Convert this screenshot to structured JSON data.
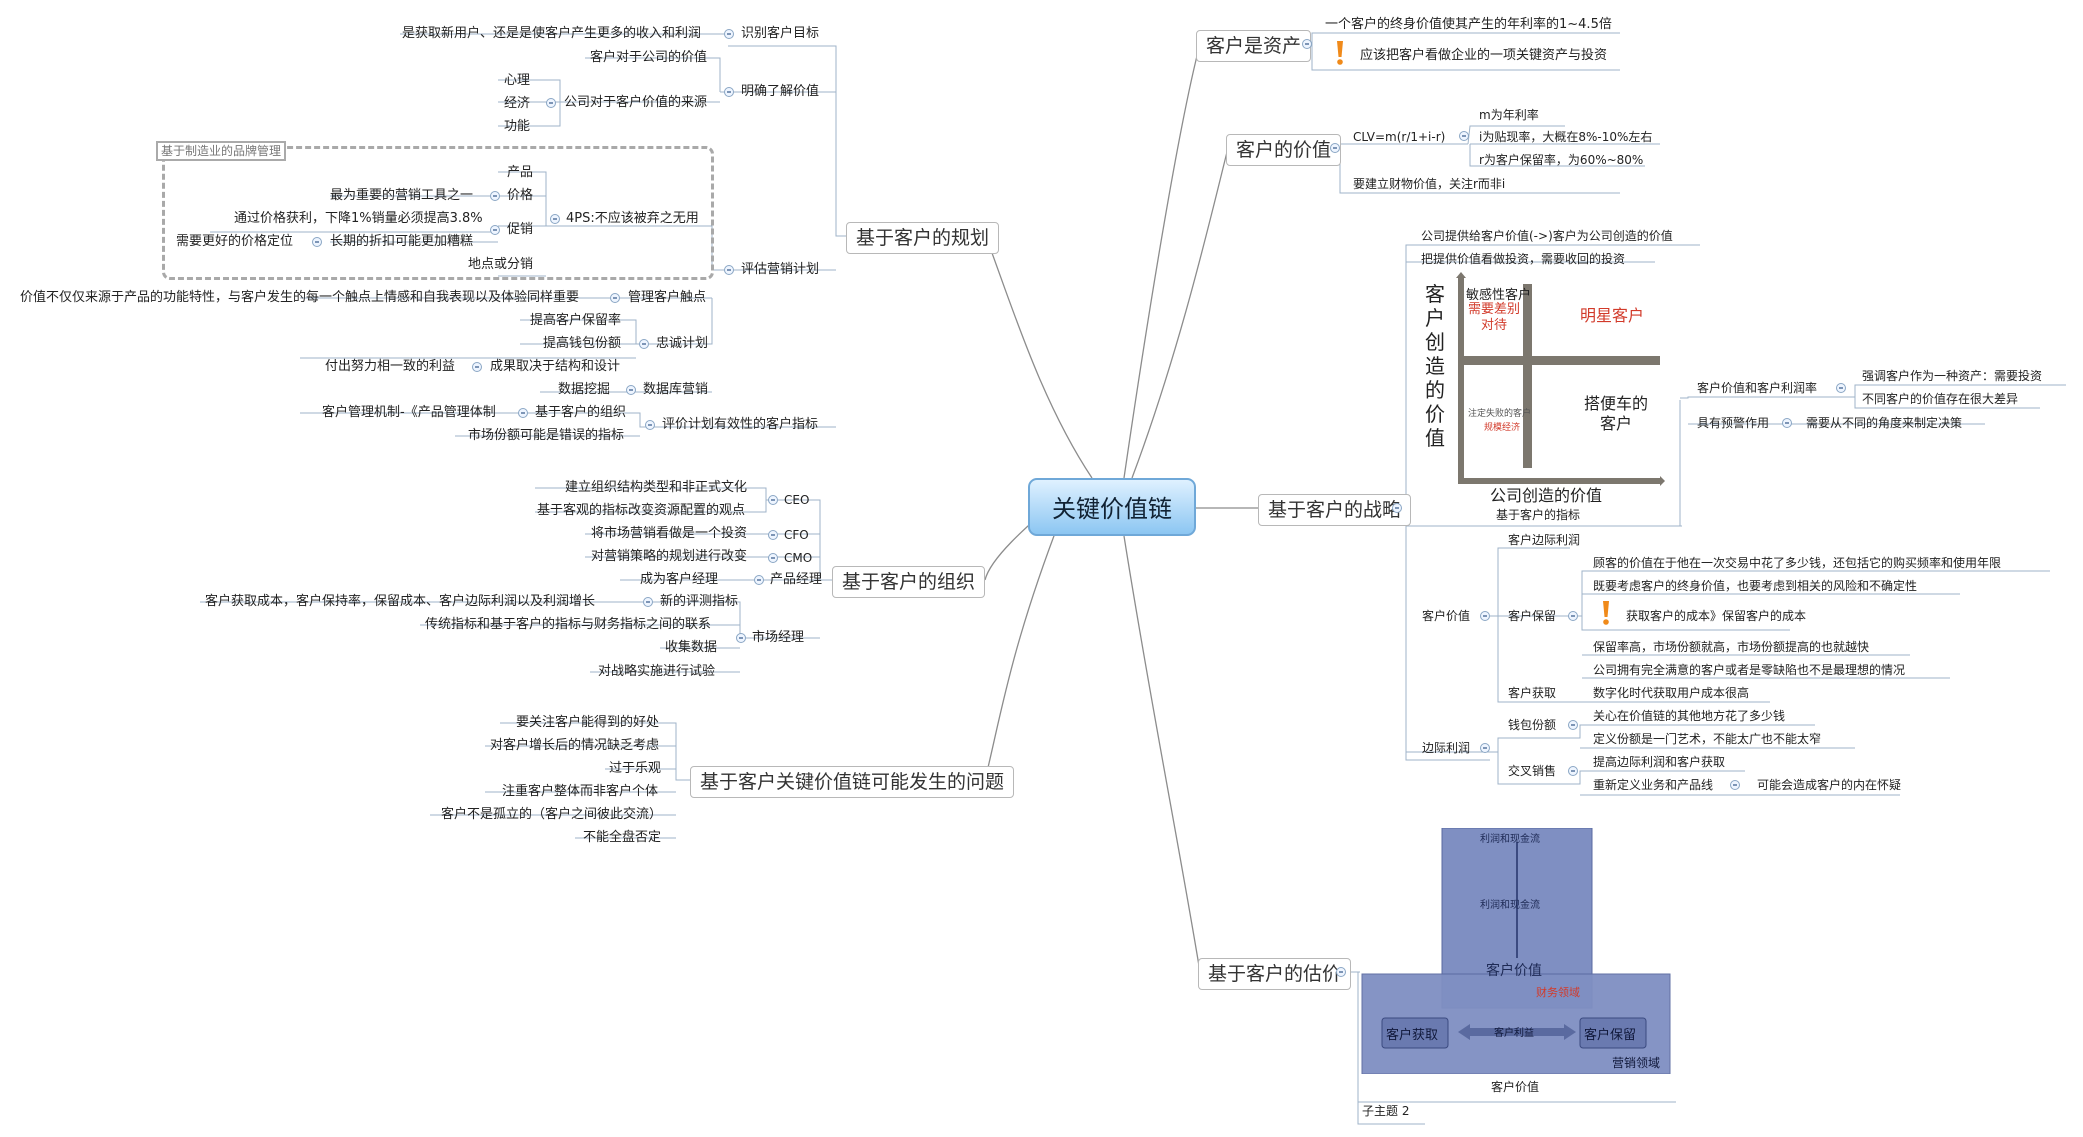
{
  "central": "关键价值链",
  "left": {
    "planning": {
      "label": "基于客户的规划",
      "identify_goal": {
        "label": "识别客户目标",
        "detail": "是获取新用户、还是是使客户产生更多的收入和利润"
      },
      "understand_value": {
        "label": "明确了解价值",
        "company_value": "客户对于公司的价值",
        "value_source": {
          "label": "公司对于客户价值的来源",
          "items": [
            "心理",
            "经济",
            "功能"
          ]
        }
      },
      "evaluate_marketing": {
        "label": "评估营销计划",
        "boundary_title": "基于制造业的品牌管理",
        "fourps": {
          "label": "4PS:不应该被弃之无用",
          "product": "产品",
          "price": {
            "label": "价格",
            "note": "最为重要的营销工具之一"
          },
          "promotion": {
            "label": "促销",
            "notes": [
              "通过价格获利，下降1%销量必须提高3.8%",
              "需要更好的价格定位",
              "长期的折扣可能更加糟糕"
            ]
          },
          "place": "地点或分销"
        },
        "touchpoint": {
          "label": "管理客户触点",
          "detail": "价值不仅仅来源于产品的功能特性，与客户发生的每一个触点上情感和自我表现以及体验同样重要"
        },
        "loyalty": {
          "label": "忠诚计划",
          "items": [
            "提高客户保留率",
            "提高钱包份额"
          ],
          "result": {
            "label": "成果取决于结构和设计",
            "note": "付出努力相一致的利益"
          }
        },
        "database": {
          "label": "数据库营销",
          "note": "数据挖掘"
        }
      },
      "metrics": {
        "label": "评价计划有效性的客户指标",
        "org": {
          "label": "基于客户的组织",
          "note": "客户管理机制-《产品管理体制"
        },
        "share": "市场份额可能是错误的指标"
      }
    },
    "organization": {
      "label": "基于客户的组织",
      "ceo": {
        "label": "CEO",
        "items": [
          "建立组织结构类型和非正式文化",
          "基于客观的指标改变资源配置的观点"
        ]
      },
      "cfo": {
        "label": "CFO",
        "item": "将市场营销看做是一个投资"
      },
      "cmo": {
        "label": "CMO",
        "item": "对营销策略的规划进行改变"
      },
      "pm": {
        "label": "产品经理",
        "item": "成为客户经理"
      },
      "mm": {
        "label": "市场经理",
        "new_metrics": {
          "label": "新的评测指标",
          "note": "客户获取成本，客户保持率，保留成本、客户边际利润以及利润增长"
        },
        "items": [
          "传统指标和基于客户的指标与财务指标之间的联系",
          "收集数据",
          "对战略实施进行试验"
        ]
      }
    },
    "problems": {
      "label": "基于客户关键价值链可能发生的问题",
      "items": [
        "要关注客户能得到的好处",
        "对客户增长后的情况缺乏考虑",
        "过于乐观",
        "注重客户整体而非客户个体",
        "客户不是孤立的（客户之间彼此交流）",
        "不能全盘否定"
      ]
    }
  },
  "right": {
    "asset": {
      "label": "客户是资产",
      "items": [
        "一个客户的终身价值使其产生的年利率的1~4.5倍",
        "应该把客户看做企业的一项关键资产与投资"
      ]
    },
    "value": {
      "label": "客户的价值",
      "clv": {
        "label": "CLV=m(r/1+i-r)",
        "items": [
          "m为年利率",
          "i为贴现率，大概在8%-10%左右",
          "r为客户保留率，为60%~80%"
        ]
      },
      "roi": "要建立财物价值，关注r而非i"
    },
    "strategy": {
      "label": "基于客户的战略",
      "top": [
        "公司提供给客户价值(->)客户为公司创造的价值",
        "把提供价值看做投资，需要收回的投资"
      ],
      "matrix": {
        "y_label": "客户创造的价值",
        "x_label": "公司创造的价值",
        "q_top_left": "敏感性客户",
        "q_top_left_red": "需要差别对待",
        "q_top_right": "明星客户",
        "q_bottom_left": "注定失败的客户",
        "q_bottom_left_red": "规模经济",
        "q_bottom_right": "搭便车的客户"
      },
      "metric_label": "基于客户的指标",
      "profit_rate": {
        "label": "客户价值和客户利润率",
        "items": [
          "强调客户作为一种资产：需要投资",
          "不同客户的价值存在很大差异"
        ]
      },
      "warning": {
        "label": "具有预警作用",
        "note": "需要从不同的角度来制定决策"
      },
      "cust_value": {
        "label": "客户价值",
        "margin": "客户边际利润",
        "retention": {
          "label": "客户保留",
          "items": [
            "顾客的价值在于他在一次交易中花了多少钱，还包括它的购买频率和使用年限",
            "既要考虑客户的终身价值，也要考虑到相关的风险和不确定性",
            "获取客户的成本》保留客户的成本",
            "保留率高，市场份额就高，市场份额提高的也就越快",
            "公司拥有完全满意的客户或者是零缺陷也不是最理想的情况"
          ]
        },
        "acquisition": {
          "label": "客户获取",
          "item": "数字化时代获取用户成本很高"
        }
      },
      "edge": {
        "label": "边际利润",
        "wallet": {
          "label": "钱包份额",
          "items": [
            "关心在价值链的其他地方花了多少钱",
            "定义份额是一门艺术，不能太广也不能太窄"
          ]
        },
        "cross": {
          "label": "交叉销售",
          "items": [
            "提高边际利润和客户获取",
            "重新定义业务和产品线"
          ],
          "note": "可能会造成客户的内在怀疑"
        }
      }
    },
    "valuation": {
      "label": "基于客户的估价",
      "diagram": {
        "top1": "利润和现金流",
        "top2": "利润和现金流",
        "center": "客户价值",
        "finance": "财务领域",
        "left": "客户获取",
        "mid": "客户利益",
        "right": "客户保留",
        "marketing": "营销领域"
      },
      "caption": "客户价值",
      "sub": "子主题 2"
    }
  }
}
